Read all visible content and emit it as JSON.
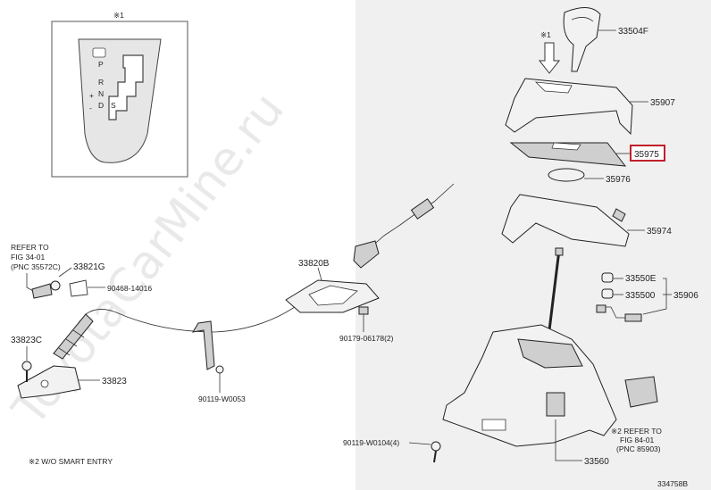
{
  "watermark": "ToyotaCarMine.ru",
  "inset": {
    "note": "※1",
    "gate_letters": [
      "P",
      "R",
      "N",
      "D",
      "S",
      "+",
      "-"
    ]
  },
  "labels": {
    "p33504F": "33504F",
    "p35907": "35907",
    "p35975": "35975",
    "p35976": "35976",
    "p35974": "35974",
    "p33550E": "33550E",
    "p335500": "335500",
    "p35906": "35906",
    "p33560": "33560",
    "p33820B": "33820B",
    "p33821G": "33821G",
    "p90468": "90468-14016",
    "p90179": "90179-06178(2)",
    "p33823C": "33823C",
    "p33823": "33823",
    "p90119a": "90119-W0053",
    "p90119b": "90119-W0104(4)",
    "star1": "※1",
    "refer1_l1": "REFER TO",
    "refer1_l2": "FIG 34-01",
    "refer1_l3": "(PNC 35572C)",
    "refer2_l1": "※2 REFER TO",
    "refer2_l2": "FIG 84-01",
    "refer2_l3": "(PNC 85903)",
    "footnote": "※2 W/O SMART ENTRY",
    "diagram_id": "334758B"
  },
  "colors": {
    "right_panel_bg": "#f0f0f0",
    "highlight_box": "#c0202a"
  }
}
